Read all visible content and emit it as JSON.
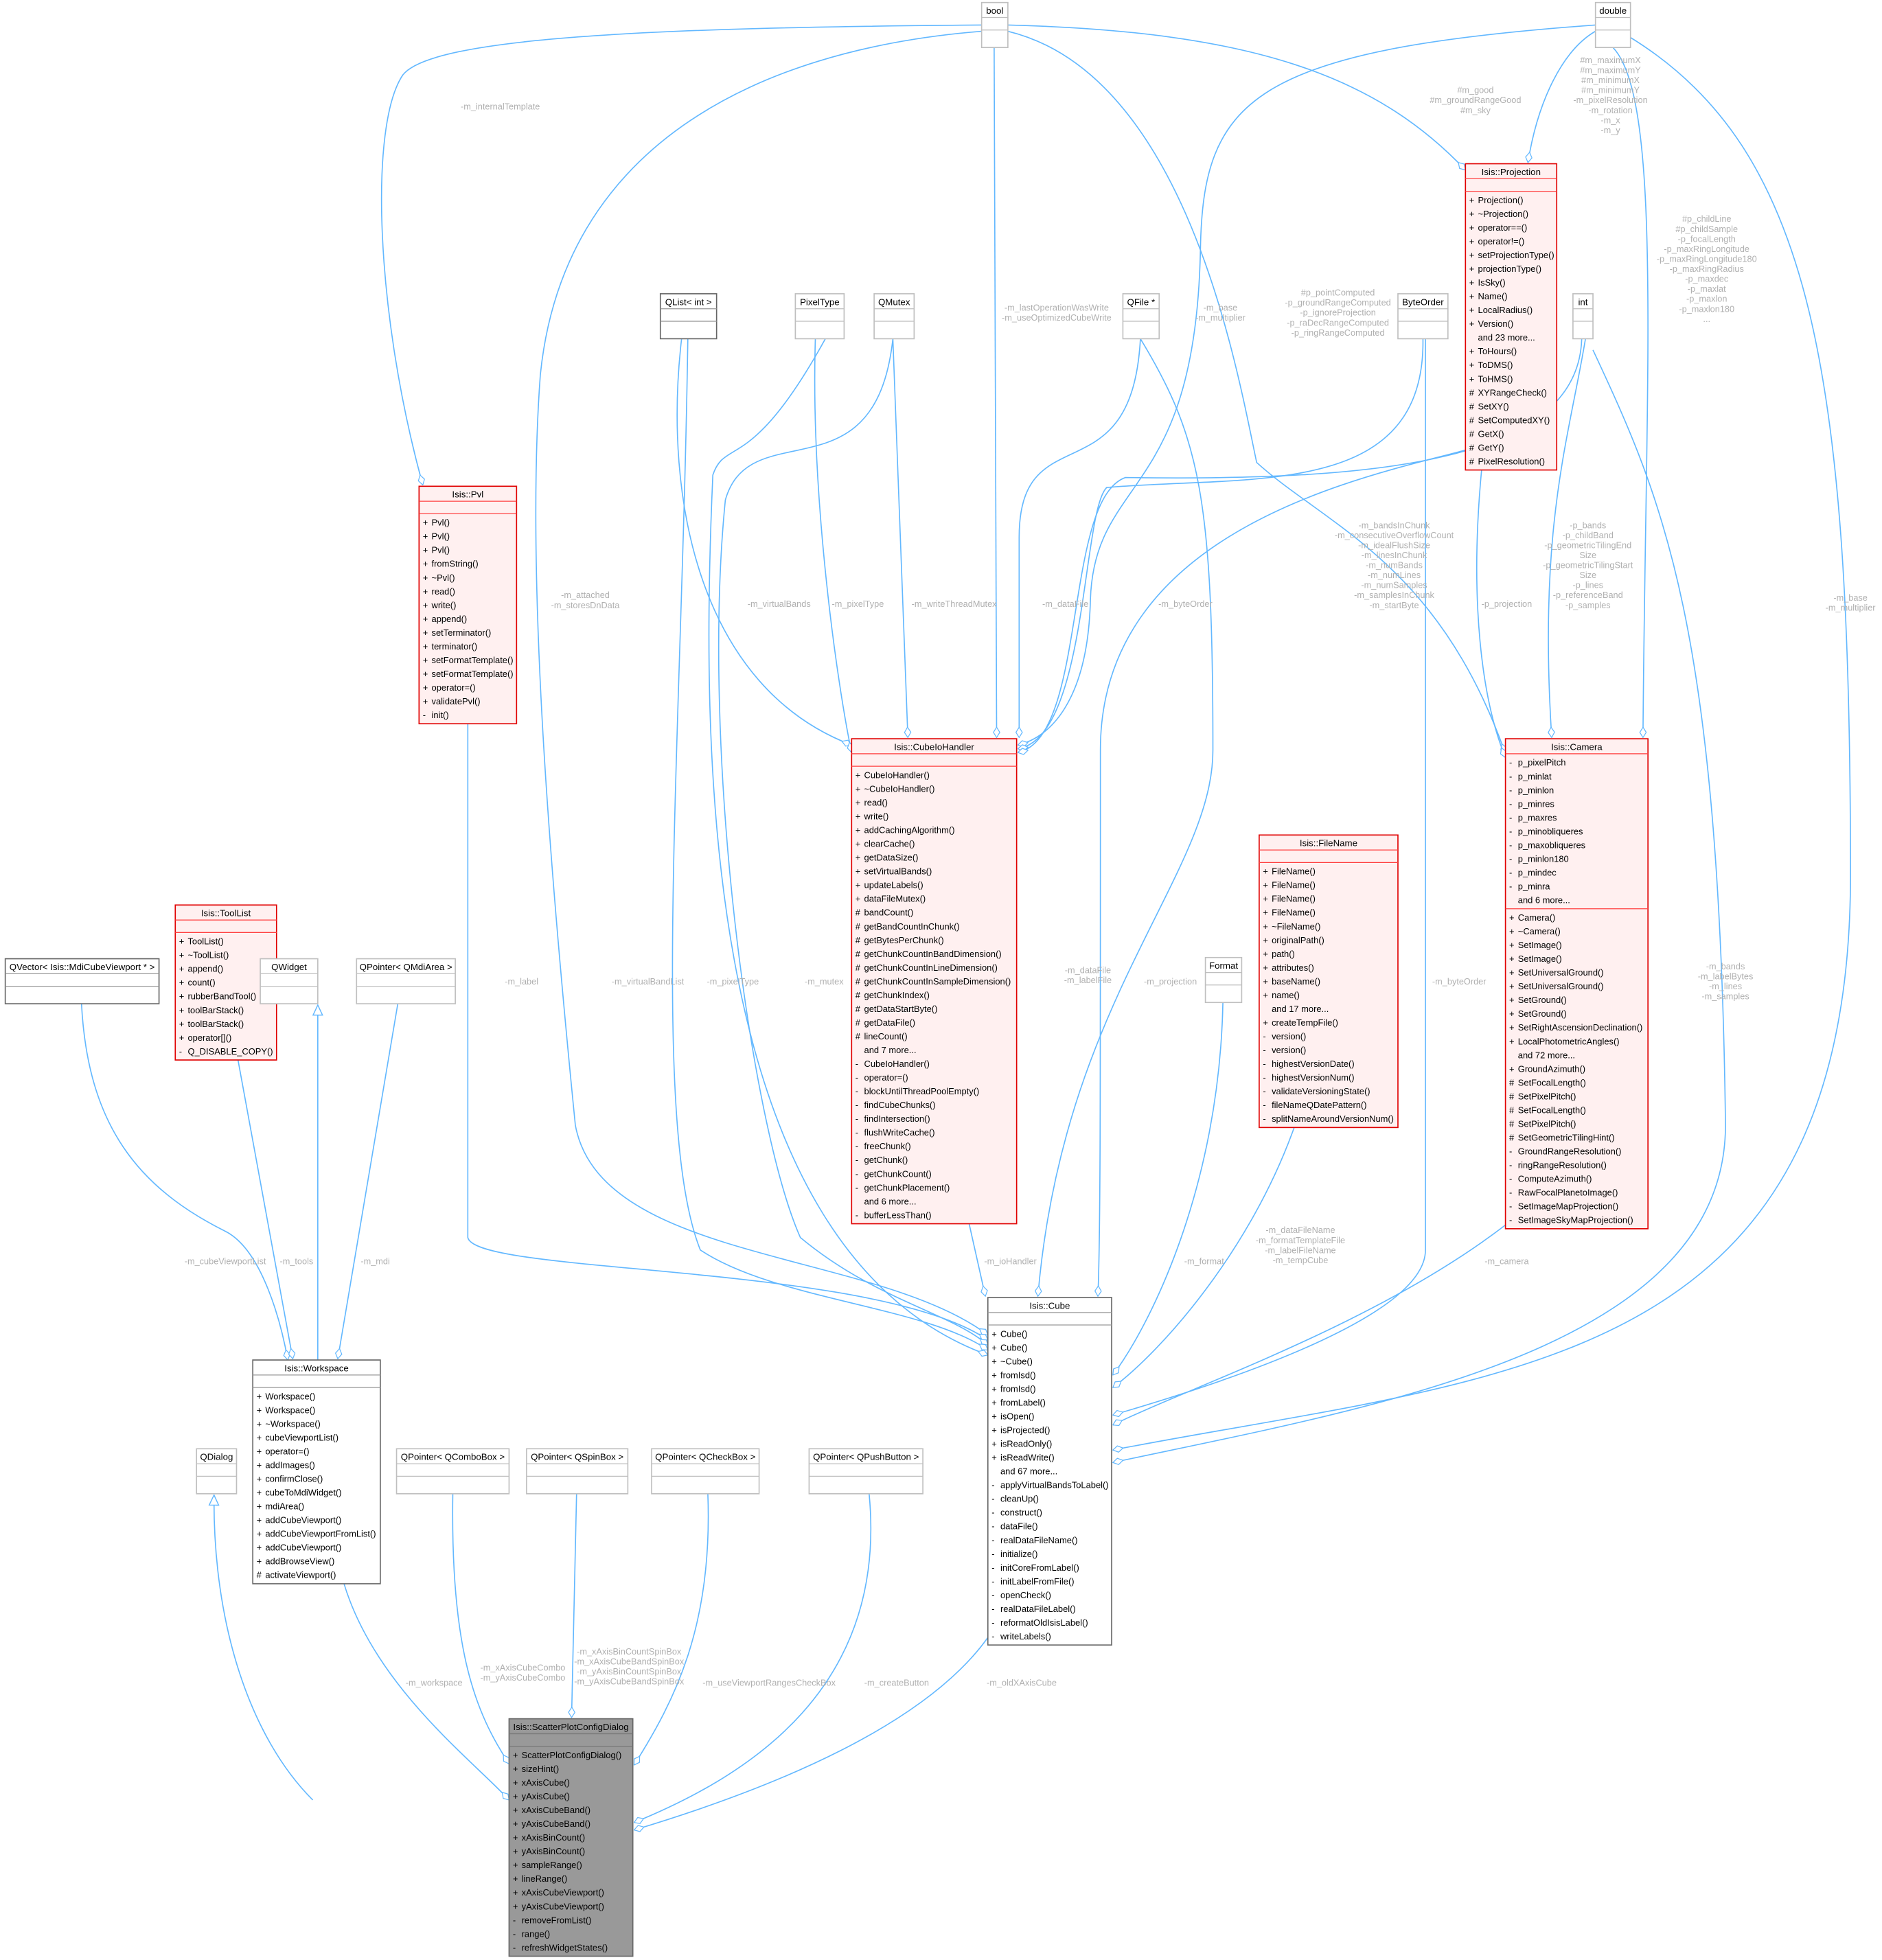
{
  "colors": {
    "edge": "#63b8ff",
    "red_border": "#e00000",
    "red_fill": "#fff0f0",
    "gray_border": "#bfbfbf",
    "dark_border": "#666666",
    "focus_fill": "#999999",
    "label": "#b0b0b0"
  },
  "nodes": [
    {
      "id": "bool",
      "title": "bool",
      "style": "gray",
      "attributes": [],
      "methods": []
    },
    {
      "id": "double",
      "title": "double",
      "style": "gray",
      "attributes": [],
      "methods": []
    },
    {
      "id": "qlist",
      "title": "QList< int >",
      "style": "dark",
      "attributes": [],
      "methods": []
    },
    {
      "id": "pixeltype",
      "title": "PixelType",
      "style": "gray",
      "attributes": [],
      "methods": []
    },
    {
      "id": "qmutex",
      "title": "QMutex",
      "style": "gray",
      "attributes": [],
      "methods": []
    },
    {
      "id": "qfile",
      "title": "QFile *",
      "style": "gray",
      "attributes": [],
      "methods": []
    },
    {
      "id": "byteorder",
      "title": "ByteOrder",
      "style": "gray",
      "attributes": [],
      "methods": []
    },
    {
      "id": "int",
      "title": "int",
      "style": "gray",
      "attributes": [],
      "methods": []
    },
    {
      "id": "projection",
      "title": "Isis::Projection",
      "style": "red",
      "attributes": [],
      "methods": [
        "+ Projection()",
        "+ ~Projection()",
        "+ operator==()",
        "+ operator!=()",
        "+ setProjectionType()",
        "+ projectionType()",
        "+ IsSky()",
        "+ Name()",
        "+ LocalRadius()",
        "+ Version()",
        "and 23 more...",
        "+ ToHours()",
        "+ ToDMS()",
        "+ ToHMS()",
        "# XYRangeCheck()",
        "# SetXY()",
        "# SetComputedXY()",
        "# GetX()",
        "# GetY()",
        "# PixelResolution()"
      ]
    },
    {
      "id": "pvl",
      "title": "Isis::Pvl",
      "style": "red",
      "attributes": [],
      "methods": [
        "+ Pvl()",
        "+ Pvl()",
        "+ Pvl()",
        "+ fromString()",
        "+ ~Pvl()",
        "+ read()",
        "+ write()",
        "+ append()",
        "+ setTerminator()",
        "+ terminator()",
        "+ setFormatTemplate()",
        "+ setFormatTemplate()",
        "+ operator=()",
        "+ validatePvl()",
        "- init()"
      ]
    },
    {
      "id": "cubeiohandler",
      "title": "Isis::CubeIoHandler",
      "style": "red",
      "attributes": [],
      "methods": [
        "+ CubeIoHandler()",
        "+ ~CubeIoHandler()",
        "+ read()",
        "+ write()",
        "+ addCachingAlgorithm()",
        "+ clearCache()",
        "+ getDataSize()",
        "+ setVirtualBands()",
        "+ updateLabels()",
        "+ dataFileMutex()",
        "# bandCount()",
        "# getBandCountInChunk()",
        "# getBytesPerChunk()",
        "# getChunkCountInBandDimension()",
        "# getChunkCountInLineDimension()",
        "# getChunkCountInSampleDimension()",
        "# getChunkIndex()",
        "# getDataStartByte()",
        "# getDataFile()",
        "# lineCount()",
        "and 7 more...",
        "- CubeIoHandler()",
        "- operator=()",
        "- blockUntilThreadPoolEmpty()",
        "- findCubeChunks()",
        "- findIntersection()",
        "- flushWriteCache()",
        "- freeChunk()",
        "- getChunk()",
        "- getChunkCount()",
        "- getChunkPlacement()",
        "and 6 more...",
        "- bufferLessThan()"
      ]
    },
    {
      "id": "camera",
      "title": "Isis::Camera",
      "style": "red",
      "attributes": [
        "- p_pixelPitch",
        "- p_minlat",
        "- p_minlon",
        "- p_minres",
        "- p_maxres",
        "- p_minobliqueres",
        "- p_maxobliqueres",
        "- p_minlon180",
        "- p_mindec",
        "- p_minra",
        "and 6 more..."
      ],
      "methods": [
        "+ Camera()",
        "+ ~Camera()",
        "+ SetImage()",
        "+ SetImage()",
        "+ SetUniversalGround()",
        "+ SetUniversalGround()",
        "+ SetGround()",
        "+ SetGround()",
        "+ SetRightAscensionDeclination()",
        "+ LocalPhotometricAngles()",
        "and 72 more...",
        "+ GroundAzimuth()",
        "# SetFocalLength()",
        "# SetPixelPitch()",
        "# SetFocalLength()",
        "# SetPixelPitch()",
        "# SetGeometricTilingHint()",
        "- GroundRangeResolution()",
        "- ringRangeResolution()",
        "- ComputeAzimuth()",
        "- RawFocalPlanetoImage()",
        "- SetImageMapProjection()",
        "- SetImageSkyMapProjection()"
      ]
    },
    {
      "id": "filename",
      "title": "Isis::FileName",
      "style": "red",
      "attributes": [],
      "methods": [
        "+ FileName()",
        "+ FileName()",
        "+ FileName()",
        "+ FileName()",
        "+ ~FileName()",
        "+ originalPath()",
        "+ path()",
        "+ attributes()",
        "+ baseName()",
        "+ name()",
        "and 17 more...",
        "+ createTempFile()",
        "- version()",
        "- version()",
        "- highestVersionDate()",
        "- highestVersionNum()",
        "- validateVersioningState()",
        "- fileNameQDatePattern()",
        "- splitNameAroundVersionNum()"
      ]
    },
    {
      "id": "format",
      "title": "Format",
      "style": "gray",
      "attributes": [],
      "methods": []
    },
    {
      "id": "qvector",
      "title": "QVector< Isis::MdiCubeViewport * >",
      "style": "dark",
      "attributes": [],
      "methods": []
    },
    {
      "id": "toollist",
      "title": "Isis::ToolList",
      "style": "red",
      "attributes": [],
      "methods": [
        "+ ToolList()",
        "+ ~ToolList()",
        "+ append()",
        "+ count()",
        "+ rubberBandTool()",
        "+ toolBarStack()",
        "+ toolBarStack()",
        "+ operator[]()",
        "- Q_DISABLE_COPY()"
      ]
    },
    {
      "id": "qwidget",
      "title": "QWidget",
      "style": "gray",
      "attributes": [],
      "methods": []
    },
    {
      "id": "qmdiarea",
      "title": "QPointer< QMdiArea >",
      "style": "gray",
      "attributes": [],
      "methods": []
    },
    {
      "id": "workspace",
      "title": "Isis::Workspace",
      "style": "dark",
      "attributes": [],
      "methods": [
        "+ Workspace()",
        "+ Workspace()",
        "+ ~Workspace()",
        "+ cubeViewportList()",
        "+ operator=()",
        "+ addImages()",
        "+ confirmClose()",
        "+ cubeToMdiWidget()",
        "+ mdiArea()",
        "+ addCubeViewport()",
        "+ addCubeViewportFromList()",
        "+ addCubeViewport()",
        "+ addBrowseView()",
        "# activateViewport()"
      ]
    },
    {
      "id": "qdialog",
      "title": "QDialog",
      "style": "gray",
      "attributes": [],
      "methods": []
    },
    {
      "id": "qcombobox",
      "title": "QPointer< QComboBox >",
      "style": "gray",
      "attributes": [],
      "methods": []
    },
    {
      "id": "qspinbox",
      "title": "QPointer< QSpinBox >",
      "style": "gray",
      "attributes": [],
      "methods": []
    },
    {
      "id": "qcheckbox",
      "title": "QPointer< QCheckBox >",
      "style": "gray",
      "attributes": [],
      "methods": []
    },
    {
      "id": "qpushbutton",
      "title": "QPointer< QPushButton >",
      "style": "gray",
      "attributes": [],
      "methods": []
    },
    {
      "id": "cube",
      "title": "Isis::Cube",
      "style": "dark",
      "attributes": [],
      "methods": [
        "+ Cube()",
        "+ Cube()",
        "+ ~Cube()",
        "+ fromIsd()",
        "+ fromIsd()",
        "+ fromLabel()",
        "+ isOpen()",
        "+ isProjected()",
        "+ isReadOnly()",
        "+ isReadWrite()",
        "and 67 more...",
        "- applyVirtualBandsToLabel()",
        "- cleanUp()",
        "- construct()",
        "- dataFile()",
        "- realDataFileName()",
        "- initialize()",
        "- initCoreFromLabel()",
        "- initLabelFromFile()",
        "- openCheck()",
        "- realDataFileLabel()",
        "- reformatOldIsisLabel()",
        "- writeLabels()"
      ]
    },
    {
      "id": "scatter",
      "title": "Isis::ScatterPlotConfigDialog",
      "style": "focus",
      "attributes": [],
      "methods": [
        "+ ScatterPlotConfigDialog()",
        "+ sizeHint()",
        "+ xAxisCube()",
        "+ yAxisCube()",
        "+ xAxisCubeBand()",
        "+ yAxisCubeBand()",
        "+ xAxisBinCount()",
        "+ yAxisBinCount()",
        "+ sampleRange()",
        "+ lineRange()",
        "+ xAxisCubeViewport()",
        "+ yAxisCubeViewport()",
        "- removeFromList()",
        "- range()",
        "- refreshWidgetStates()"
      ]
    }
  ],
  "edges": [
    {
      "from": "bool",
      "to": "pvl",
      "kind": "aggregation",
      "label": [
        "-m_internalTemplate"
      ]
    },
    {
      "from": "bool",
      "to": "cube",
      "kind": "aggregation",
      "label": [
        "-m_attached",
        "-m_storesDnData"
      ]
    },
    {
      "from": "bool",
      "to": "cubeiohandler",
      "kind": "aggregation",
      "label": [
        "-m_lastOperationWasWrite",
        "-m_useOptimizedCubeWrite"
      ]
    },
    {
      "from": "bool",
      "to": "projection",
      "kind": "aggregation",
      "label": [
        "#m_good",
        "#m_groundRangeGood",
        "#m_sky"
      ]
    },
    {
      "from": "bool",
      "to": "camera",
      "kind": "aggregation",
      "label": [
        "#p_pointComputed",
        "-p_groundRangeComputed",
        "-p_ignoreProjection",
        "-p_raDecRangeComputed",
        "-p_ringRangeComputed"
      ]
    },
    {
      "from": "double",
      "to": "cubeiohandler",
      "kind": "aggregation",
      "label": [
        "-m_base",
        "-m_multiplier"
      ]
    },
    {
      "from": "double",
      "to": "projection",
      "kind": "aggregation",
      "label": [
        "#m_maximumX",
        "#m_maximumY",
        "#m_minimumX",
        "#m_minimumY",
        "-m_pixelResolution",
        "-m_rotation",
        "-m_x",
        "-m_y"
      ]
    },
    {
      "from": "double",
      "to": "camera",
      "kind": "aggregation",
      "label": [
        "#p_childLine",
        "#p_childSample",
        "-p_focalLength",
        "-p_maxRingLongitude",
        "-p_maxRingLongitude180",
        "-p_maxRingRadius",
        "-p_maxdec",
        "-p_maxlat",
        "-p_maxlon",
        "-p_maxlon180",
        "..."
      ]
    },
    {
      "from": "double",
      "to": "cube",
      "kind": "aggregation",
      "label": [
        "-m_base",
        "-m_multiplier"
      ]
    },
    {
      "from": "qlist",
      "to": "cubeiohandler",
      "kind": "aggregation",
      "label": [
        "-m_virtualBands"
      ]
    },
    {
      "from": "qlist",
      "to": "cube",
      "kind": "aggregation",
      "label": [
        "-m_virtualBandList"
      ]
    },
    {
      "from": "pixeltype",
      "to": "cubeiohandler",
      "kind": "aggregation",
      "label": [
        "-m_pixelType"
      ]
    },
    {
      "from": "pixeltype",
      "to": "cube",
      "kind": "aggregation",
      "label": [
        "-m_pixelType"
      ]
    },
    {
      "from": "qmutex",
      "to": "cubeiohandler",
      "kind": "aggregation",
      "label": [
        "-m_writeThreadMutex"
      ]
    },
    {
      "from": "qmutex",
      "to": "cube",
      "kind": "aggregation",
      "label": [
        "-m_mutex"
      ]
    },
    {
      "from": "qfile",
      "to": "cubeiohandler",
      "kind": "aggregation",
      "label": [
        "-m_dataFile"
      ]
    },
    {
      "from": "qfile",
      "to": "cube",
      "kind": "aggregation",
      "label": [
        "-m_dataFile",
        "-m_labelFile"
      ]
    },
    {
      "from": "byteorder",
      "to": "cubeiohandler",
      "kind": "aggregation",
      "label": [
        "-m_byteOrder"
      ]
    },
    {
      "from": "byteorder",
      "to": "cube",
      "kind": "aggregation",
      "label": [
        "-m_byteOrder"
      ]
    },
    {
      "from": "int",
      "to": "cubeiohandler",
      "kind": "aggregation",
      "label": [
        "-m_bandsInChunk",
        "-m_consecutiveOverflowCount",
        "-m_idealFlushSize",
        "-m_linesInChunk",
        "-m_numBands",
        "-m_numLines",
        "-m_numSamples",
        "-m_samplesInChunk",
        "-m_startByte"
      ]
    },
    {
      "from": "int",
      "to": "camera",
      "kind": "aggregation",
      "label": [
        "-p_bands",
        "-p_childBand",
        "-p_geometricTilingEnd",
        "Size",
        "-p_geometricTilingStart",
        "Size",
        "-p_lines",
        "-p_referenceBand",
        "-p_samples"
      ]
    },
    {
      "from": "int",
      "to": "cube",
      "kind": "aggregation",
      "label": [
        "-m_bands",
        "-m_labelBytes",
        "-m_lines",
        "-m_samples"
      ]
    },
    {
      "from": "projection",
      "to": "camera",
      "kind": "aggregation",
      "label": [
        "-p_projection"
      ]
    },
    {
      "from": "projection",
      "to": "cube",
      "kind": "aggregation",
      "label": [
        "-m_projection"
      ]
    },
    {
      "from": "cubeiohandler",
      "to": "cube",
      "kind": "aggregation",
      "label": [
        "-m_ioHandler"
      ]
    },
    {
      "from": "camera",
      "to": "cube",
      "kind": "aggregation",
      "label": [
        "-m_camera"
      ]
    },
    {
      "from": "filename",
      "to": "cube",
      "kind": "aggregation",
      "label": [
        "-m_dataFileName",
        "-m_formatTemplateFile",
        "-m_labelFileName",
        "-m_tempCube"
      ]
    },
    {
      "from": "format",
      "to": "cube",
      "kind": "aggregation",
      "label": [
        "-m_format"
      ]
    },
    {
      "from": "pvl",
      "to": "cube",
      "kind": "aggregation",
      "label": [
        "-m_label"
      ]
    },
    {
      "from": "qvector",
      "to": "workspace",
      "kind": "aggregation",
      "label": [
        "-m_cubeViewportList"
      ]
    },
    {
      "from": "toollist",
      "to": "workspace",
      "kind": "aggregation",
      "label": [
        "-m_tools"
      ]
    },
    {
      "from": "qwidget",
      "to": "workspace",
      "kind": "inheritance",
      "label": []
    },
    {
      "from": "qmdiarea",
      "to": "workspace",
      "kind": "aggregation",
      "label": [
        "-m_mdi"
      ]
    },
    {
      "from": "qdialog",
      "to": "scatter",
      "kind": "inheritance",
      "label": []
    },
    {
      "from": "workspace",
      "to": "scatter",
      "kind": "aggregation",
      "label": [
        "-m_workspace"
      ]
    },
    {
      "from": "qcombobox",
      "to": "scatter",
      "kind": "aggregation",
      "label": [
        "-m_xAxisCubeCombo",
        "-m_yAxisCubeCombo"
      ]
    },
    {
      "from": "qspinbox",
      "to": "scatter",
      "kind": "aggregation",
      "label": [
        "-m_xAxisBinCountSpinBox",
        "-m_xAxisCubeBandSpinBox",
        "-m_yAxisBinCountSpinBox",
        "-m_yAxisCubeBandSpinBox"
      ]
    },
    {
      "from": "qcheckbox",
      "to": "scatter",
      "kind": "aggregation",
      "label": [
        "-m_useViewportRangesCheckBox"
      ]
    },
    {
      "from": "qpushbutton",
      "to": "scatter",
      "kind": "aggregation",
      "label": [
        "-m_createButton"
      ]
    },
    {
      "from": "cube",
      "to": "scatter",
      "kind": "aggregation",
      "label": [
        "-m_oldXAxisCube"
      ]
    }
  ]
}
